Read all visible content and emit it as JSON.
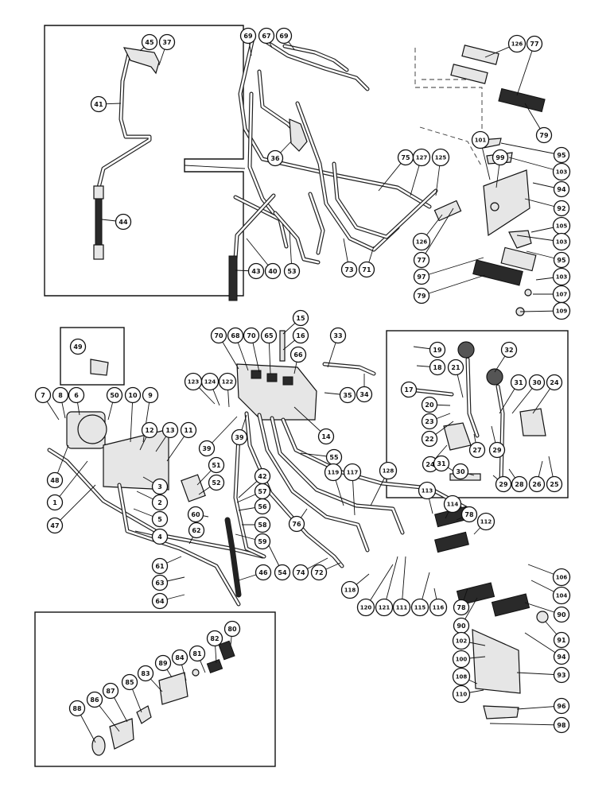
{
  "callouts": [
    {
      "id": "c45",
      "label": "45"
    },
    {
      "id": "c37",
      "label": "37"
    },
    {
      "id": "c41",
      "label": "41"
    },
    {
      "id": "c44",
      "label": "44"
    },
    {
      "id": "c69a",
      "label": "69"
    },
    {
      "id": "c67",
      "label": "67"
    },
    {
      "id": "c69b",
      "label": "69"
    },
    {
      "id": "c36",
      "label": "36"
    },
    {
      "id": "c43",
      "label": "43"
    },
    {
      "id": "c40",
      "label": "40"
    },
    {
      "id": "c53",
      "label": "53"
    },
    {
      "id": "c73",
      "label": "73"
    },
    {
      "id": "c71",
      "label": "71"
    },
    {
      "id": "c75",
      "label": "75"
    },
    {
      "id": "c127",
      "label": "127"
    },
    {
      "id": "c125",
      "label": "125"
    },
    {
      "id": "c126a",
      "label": "126"
    },
    {
      "id": "c77a",
      "label": "77"
    },
    {
      "id": "c126b",
      "label": "126"
    },
    {
      "id": "c77b",
      "label": "77"
    },
    {
      "id": "c79a",
      "label": "79"
    },
    {
      "id": "c101",
      "label": "101"
    },
    {
      "id": "c99",
      "label": "99"
    },
    {
      "id": "c95a",
      "label": "95"
    },
    {
      "id": "c103a",
      "label": "103"
    },
    {
      "id": "c94a",
      "label": "94"
    },
    {
      "id": "c92",
      "label": "92"
    },
    {
      "id": "c105",
      "label": "105"
    },
    {
      "id": "c103b",
      "label": "103"
    },
    {
      "id": "c95b",
      "label": "95"
    },
    {
      "id": "c97",
      "label": "97"
    },
    {
      "id": "c79b",
      "label": "79"
    },
    {
      "id": "c103c",
      "label": "103"
    },
    {
      "id": "c107",
      "label": "107"
    },
    {
      "id": "c109",
      "label": "109"
    },
    {
      "id": "c49",
      "label": "49"
    },
    {
      "id": "c15",
      "label": "15"
    },
    {
      "id": "c16",
      "label": "16"
    },
    {
      "id": "c33",
      "label": "33"
    },
    {
      "id": "c70a",
      "label": "70"
    },
    {
      "id": "c68",
      "label": "68"
    },
    {
      "id": "c70b",
      "label": "70"
    },
    {
      "id": "c65",
      "label": "65"
    },
    {
      "id": "c66",
      "label": "66"
    },
    {
      "id": "c34",
      "label": "34"
    },
    {
      "id": "c35",
      "label": "35"
    },
    {
      "id": "c123",
      "label": "123"
    },
    {
      "id": "c124",
      "label": "124"
    },
    {
      "id": "c122",
      "label": "122"
    },
    {
      "id": "c7",
      "label": "7"
    },
    {
      "id": "c8",
      "label": "8"
    },
    {
      "id": "c6",
      "label": "6"
    },
    {
      "id": "c50",
      "label": "50"
    },
    {
      "id": "c10",
      "label": "10"
    },
    {
      "id": "c9",
      "label": "9"
    },
    {
      "id": "c12",
      "label": "12"
    },
    {
      "id": "c13",
      "label": "13"
    },
    {
      "id": "c11",
      "label": "11"
    },
    {
      "id": "c39a",
      "label": "39"
    },
    {
      "id": "c39b",
      "label": "39"
    },
    {
      "id": "c14",
      "label": "14"
    },
    {
      "id": "c55",
      "label": "55"
    },
    {
      "id": "c48",
      "label": "48"
    },
    {
      "id": "c1",
      "label": "1"
    },
    {
      "id": "c47",
      "label": "47"
    },
    {
      "id": "c3",
      "label": "3"
    },
    {
      "id": "c2",
      "label": "2"
    },
    {
      "id": "c5",
      "label": "5"
    },
    {
      "id": "c4",
      "label": "4"
    },
    {
      "id": "c51",
      "label": "51"
    },
    {
      "id": "c52",
      "label": "52"
    },
    {
      "id": "c42",
      "label": "42"
    },
    {
      "id": "c57",
      "label": "57"
    },
    {
      "id": "c56",
      "label": "56"
    },
    {
      "id": "c58",
      "label": "58"
    },
    {
      "id": "c59",
      "label": "59"
    },
    {
      "id": "c60",
      "label": "60"
    },
    {
      "id": "c62",
      "label": "62"
    },
    {
      "id": "c61",
      "label": "61"
    },
    {
      "id": "c63",
      "label": "63"
    },
    {
      "id": "c64",
      "label": "64"
    },
    {
      "id": "c46",
      "label": "46"
    },
    {
      "id": "c54",
      "label": "54"
    },
    {
      "id": "c74",
      "label": "74"
    },
    {
      "id": "c72",
      "label": "72"
    },
    {
      "id": "c76",
      "label": "76"
    },
    {
      "id": "c119",
      "label": "119"
    },
    {
      "id": "c117",
      "label": "117"
    },
    {
      "id": "c128",
      "label": "128"
    },
    {
      "id": "c113",
      "label": "113"
    },
    {
      "id": "c114",
      "label": "114"
    },
    {
      "id": "c78a",
      "label": "78"
    },
    {
      "id": "c112",
      "label": "112"
    },
    {
      "id": "c118",
      "label": "118"
    },
    {
      "id": "c120",
      "label": "120"
    },
    {
      "id": "c121",
      "label": "121"
    },
    {
      "id": "c111",
      "label": "111"
    },
    {
      "id": "c115",
      "label": "115"
    },
    {
      "id": "c116",
      "label": "116"
    },
    {
      "id": "c78b",
      "label": "78"
    },
    {
      "id": "c106",
      "label": "106"
    },
    {
      "id": "c104",
      "label": "104"
    },
    {
      "id": "c90a",
      "label": "90"
    },
    {
      "id": "c90b",
      "label": "90"
    },
    {
      "id": "c91",
      "label": "91"
    },
    {
      "id": "c102",
      "label": "102"
    },
    {
      "id": "c94b",
      "label": "94"
    },
    {
      "id": "c100",
      "label": "100"
    },
    {
      "id": "c93",
      "label": "93"
    },
    {
      "id": "c108",
      "label": "108"
    },
    {
      "id": "c110",
      "label": "110"
    },
    {
      "id": "c96",
      "label": "96"
    },
    {
      "id": "c98",
      "label": "98"
    },
    {
      "id": "c19",
      "label": "19"
    },
    {
      "id": "c18",
      "label": "18"
    },
    {
      "id": "c32",
      "label": "32"
    },
    {
      "id": "c21",
      "label": "21"
    },
    {
      "id": "c17",
      "label": "17"
    },
    {
      "id": "c20",
      "label": "20"
    },
    {
      "id": "c23",
      "label": "23"
    },
    {
      "id": "c22",
      "label": "22"
    },
    {
      "id": "c31a",
      "label": "31"
    },
    {
      "id": "c30a",
      "label": "30"
    },
    {
      "id": "c24a",
      "label": "24"
    },
    {
      "id": "c24b",
      "label": "24"
    },
    {
      "id": "c27",
      "label": "27"
    },
    {
      "id": "c29a",
      "label": "29"
    },
    {
      "id": "c31b",
      "label": "31"
    },
    {
      "id": "c30b",
      "label": "30"
    },
    {
      "id": "c29b",
      "label": "29"
    },
    {
      "id": "c28",
      "label": "28"
    },
    {
      "id": "c26",
      "label": "26"
    },
    {
      "id": "c25",
      "label": "25"
    },
    {
      "id": "c80",
      "label": "80"
    },
    {
      "id": "c82",
      "label": "82"
    },
    {
      "id": "c81",
      "label": "81"
    },
    {
      "id": "c84",
      "label": "84"
    },
    {
      "id": "c89",
      "label": "89"
    },
    {
      "id": "c83",
      "label": "83"
    },
    {
      "id": "c85",
      "label": "85"
    },
    {
      "id": "c87",
      "label": "87"
    },
    {
      "id": "c86",
      "label": "86"
    },
    {
      "id": "c88",
      "label": "88"
    }
  ]
}
